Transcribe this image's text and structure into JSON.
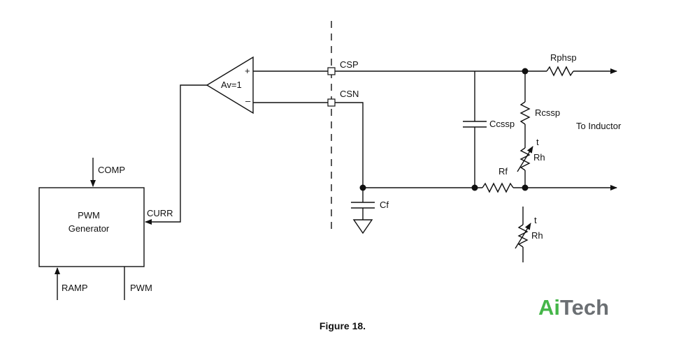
{
  "labels": {
    "comp": "COMP",
    "curr": "CURR",
    "ramp": "RAMP",
    "pwm": "PWM",
    "pwm_generator_line1": "PWM",
    "pwm_generator_line2": "Generator",
    "amplifier": "Av=1",
    "plus": "+",
    "minus": "–",
    "csp": "CSP",
    "csn": "CSN",
    "ccssp": "Ccssp",
    "cf": "Cf",
    "rphsp": "Rphsp",
    "rcssp": "Rcssp",
    "to_inductor": "To Inductor",
    "rf": "Rf",
    "rh_top": "Rh",
    "t_top": "t",
    "rh_bottom": "Rh",
    "t_bottom": "t"
  },
  "logo": {
    "ai": "Ai",
    "tech": "Tech"
  },
  "caption": "Figure 18.",
  "colors": {
    "line": "#111111",
    "logo_green": "#45b649",
    "logo_gray": "#6b6f73"
  }
}
